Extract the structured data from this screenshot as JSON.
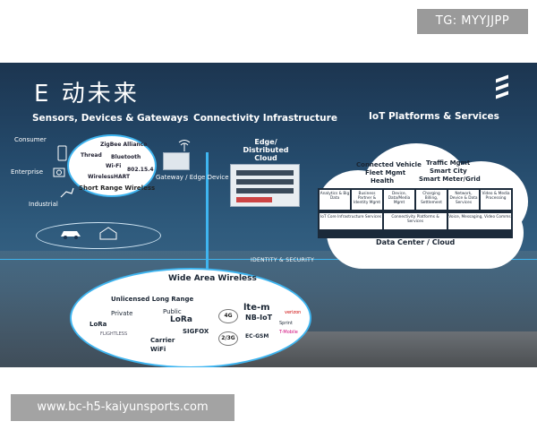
{
  "banners": {
    "tg": "TG: MYYJJPP",
    "url": "www.bc-h5-kaiyunsports.com"
  },
  "slide": {
    "title": "E 动未来",
    "sections": {
      "sensors": "Sensors, Devices & Gateways",
      "connectivity": "Connectivity Infrastructure",
      "iot": "IoT Platforms & Services"
    },
    "segments": [
      "Consumer",
      "Enterprise",
      "Industrial"
    ],
    "short_range": {
      "label": "Short Range Wireless",
      "logos": [
        "ZigBee Alliance",
        "Thread",
        "Bluetooth",
        "Wi-Fi",
        "WirelessHART",
        "802.15.4"
      ]
    },
    "gateway": "Gateway / Edge Device",
    "edge_cloud": "Edge/ Distributed Cloud",
    "identity": "IDENTITY & SECURITY",
    "cloud": {
      "verticals": [
        "Connected Vehicle",
        "Fleet Mgmt",
        "Health",
        "Traffic Mgmt",
        "Smart City",
        "Smart Meter/Grid"
      ],
      "services_row1": [
        "Analytics & Big Data",
        "Business Partner & Identity Mgmt",
        "Device, Data/Media Mgmt",
        "Charging Billing, Settlement",
        "Network, Device & Data Services",
        "Video & Media Processing"
      ],
      "services_row2": [
        "IoT Core Infrastructure Services",
        "Connectivity Platforms & Services",
        "Voice, Messaging, Video Comms"
      ],
      "data_center": "Data Center / Cloud"
    },
    "wide_area": {
      "title": "Wide Area Wireless",
      "unlicensed": "Unlicensed Long Range",
      "private": "Private",
      "public": "Public",
      "lora1": "LoRa",
      "lora2": "LoRa",
      "sigfox": "SIGFOX",
      "flightless": "FLIGHTLESS",
      "carrier": "Carrier",
      "wifi": "WiFi",
      "cellular": [
        "4G",
        "2/3G"
      ],
      "lte": "lte-m",
      "nbiot": "NB-IoT",
      "ecgsm": "EC-GSM",
      "operators": [
        "verizon",
        "Sprint",
        "T-Mobile"
      ]
    }
  },
  "colors": {
    "accent_line": "#3fb5f0",
    "slide_bg_top": "#1c3550",
    "panel": "#1b2a3a"
  }
}
